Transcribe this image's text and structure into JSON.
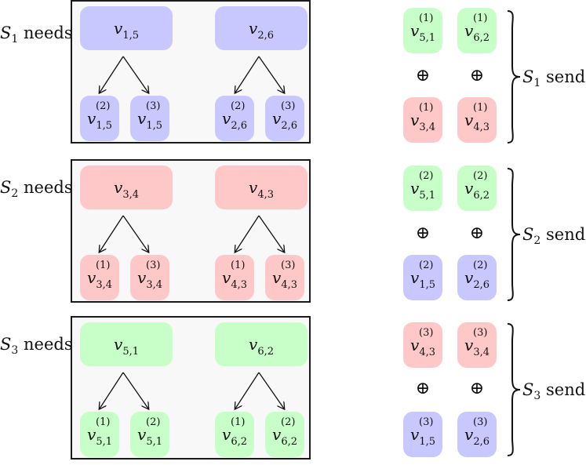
{
  "rows": [
    {
      "needs": {
        "server": "S",
        "index": "1",
        "word": "needs"
      },
      "items": [
        {
          "base": "v",
          "sub": "1,5",
          "children": [
            {
              "sup": "(2)",
              "sub": "1,5"
            },
            {
              "sup": "(3)",
              "sub": "1,5"
            }
          ]
        },
        {
          "base": "v",
          "sub": "2,6",
          "children": [
            {
              "sup": "(2)",
              "sub": "2,6"
            },
            {
              "sup": "(3)",
              "sub": "2,6"
            }
          ]
        }
      ],
      "sends_top": [
        {
          "sup": "(1)",
          "sub": "5,1"
        },
        {
          "sup": "(1)",
          "sub": "6,2"
        }
      ],
      "sends_bottom": [
        {
          "sup": "(1)",
          "sub": "3,4"
        },
        {
          "sup": "(1)",
          "sub": "4,3"
        }
      ],
      "plus": "⊕",
      "sends": {
        "server": "S",
        "index": "1",
        "word": "sends"
      }
    },
    {
      "needs": {
        "server": "S",
        "index": "2",
        "word": "needs"
      },
      "items": [
        {
          "base": "v",
          "sub": "3,4",
          "children": [
            {
              "sup": "(1)",
              "sub": "3,4"
            },
            {
              "sup": "(3)",
              "sub": "3,4"
            }
          ]
        },
        {
          "base": "v",
          "sub": "4,3",
          "children": [
            {
              "sup": "(1)",
              "sub": "4,3"
            },
            {
              "sup": "(3)",
              "sub": "4,3"
            }
          ]
        }
      ],
      "sends_top": [
        {
          "sup": "(2)",
          "sub": "5,1"
        },
        {
          "sup": "(2)",
          "sub": "6,2"
        }
      ],
      "sends_bottom": [
        {
          "sup": "(2)",
          "sub": "1,5"
        },
        {
          "sup": "(2)",
          "sub": "2,6"
        }
      ],
      "plus": "⊕",
      "sends": {
        "server": "S",
        "index": "2",
        "word": "sends"
      }
    },
    {
      "needs": {
        "server": "S",
        "index": "3",
        "word": "needs"
      },
      "items": [
        {
          "base": "v",
          "sub": "5,1",
          "children": [
            {
              "sup": "(1)",
              "sub": "5,1"
            },
            {
              "sup": "(2)",
              "sub": "5,1"
            }
          ]
        },
        {
          "base": "v",
          "sub": "6,2",
          "children": [
            {
              "sup": "(1)",
              "sub": "6,2"
            },
            {
              "sup": "(2)",
              "sub": "6,2"
            }
          ]
        }
      ],
      "sends_top": [
        {
          "sup": "(3)",
          "sub": "4,3"
        },
        {
          "sup": "(3)",
          "sub": "3,4"
        }
      ],
      "sends_bottom": [
        {
          "sup": "(3)",
          "sub": "1,5"
        },
        {
          "sup": "(3)",
          "sub": "2,6"
        }
      ],
      "plus": "⊕",
      "sends": {
        "server": "S",
        "index": "3",
        "word": "sends"
      }
    }
  ],
  "colors": {
    "blue": "#c8c8ff",
    "red": "#ffc8c8",
    "green": "#c8ffc8"
  }
}
